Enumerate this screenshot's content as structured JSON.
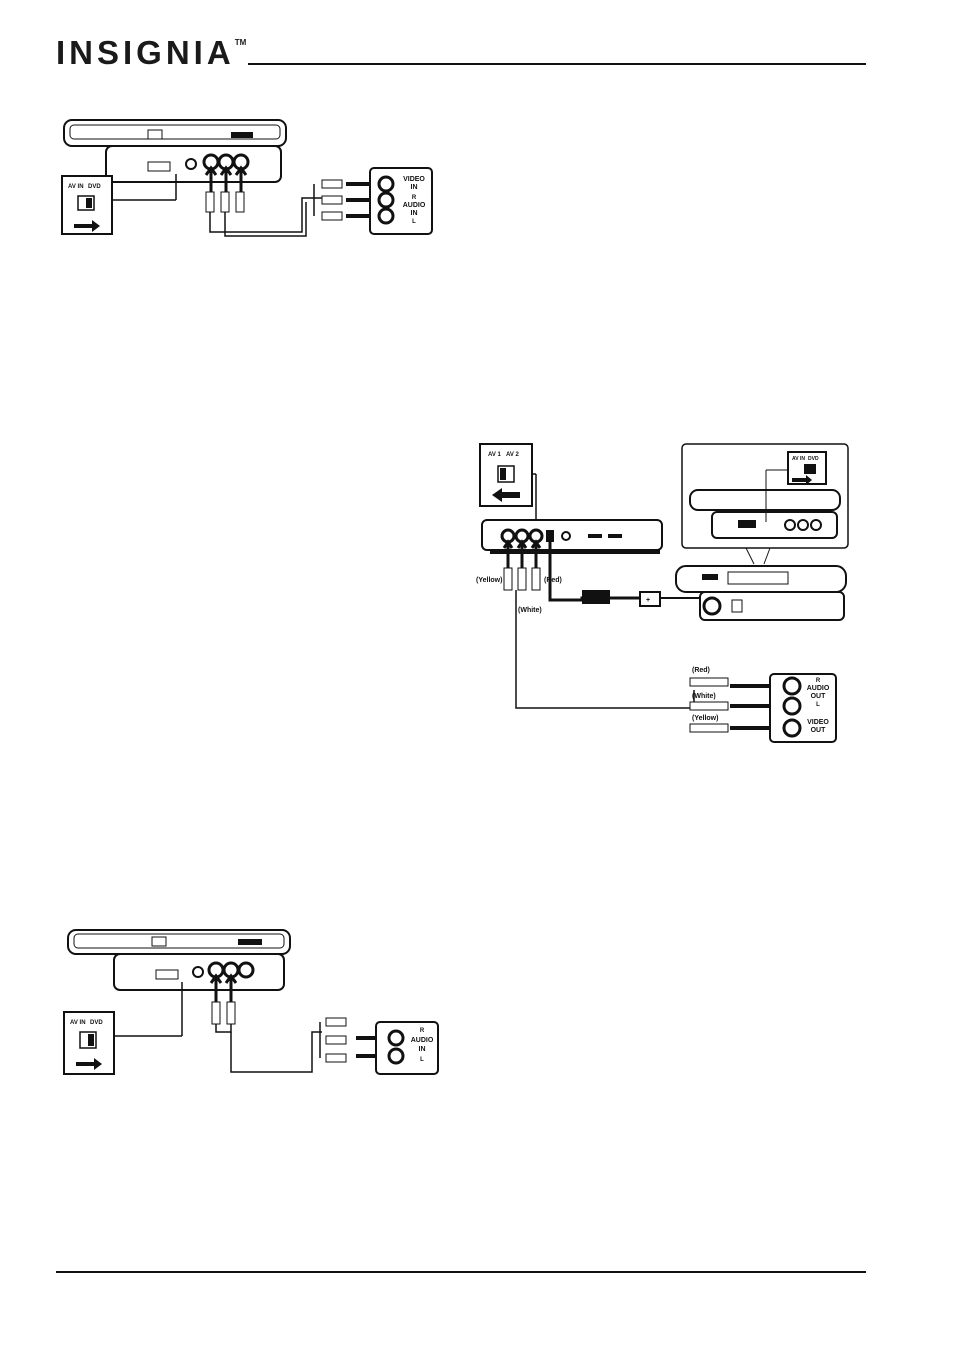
{
  "header": {
    "brand": "INSIGNIA",
    "trademark": "TM"
  },
  "diagram1": {
    "switch_labels": [
      "AV IN",
      "DVD"
    ],
    "tv_jacks": {
      "video_label": "VIDEO",
      "video_sub": "IN",
      "audio_r": "R",
      "audio_label": "AUDIO",
      "audio_sub": "IN",
      "audio_l": "L"
    }
  },
  "diagram2": {
    "switch_labels": [
      "AV 1",
      "AV 2"
    ],
    "zoom_switch_labels": [
      "AV IN",
      "DVD"
    ],
    "cable_colors": [
      "(Yellow)",
      "(White)",
      "(Red)"
    ],
    "source_cable_colors": [
      "(Red)",
      "(White)",
      "(Yellow)"
    ],
    "source_jacks": {
      "audio_r": "R",
      "audio_label": "AUDIO",
      "audio_sub": "OUT",
      "audio_l": "L",
      "video_label": "VIDEO",
      "video_sub": "OUT"
    }
  },
  "diagram3": {
    "switch_labels": [
      "AV IN",
      "DVD"
    ],
    "tv_jacks": {
      "audio_r": "R",
      "audio_label": "AUDIO",
      "audio_sub": "IN",
      "audio_l": "L"
    }
  }
}
